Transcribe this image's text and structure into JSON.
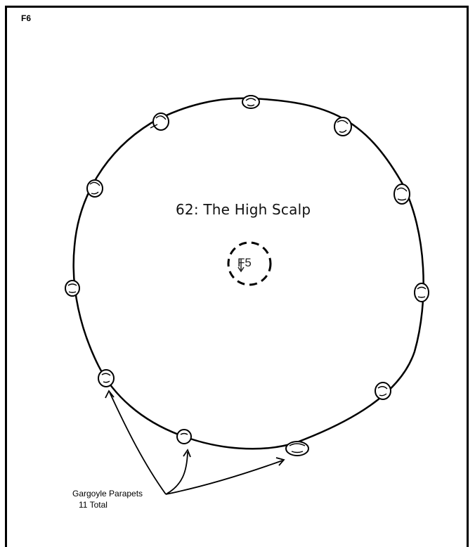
{
  "sheet": {
    "id": "F6"
  },
  "room": {
    "title": "62: The High Scalp"
  },
  "stairs": {
    "label": "F5"
  },
  "callout": {
    "line1": "Gargoyle Parapets",
    "line2": "11 Total"
  },
  "gargoyles": {
    "count": 11
  }
}
